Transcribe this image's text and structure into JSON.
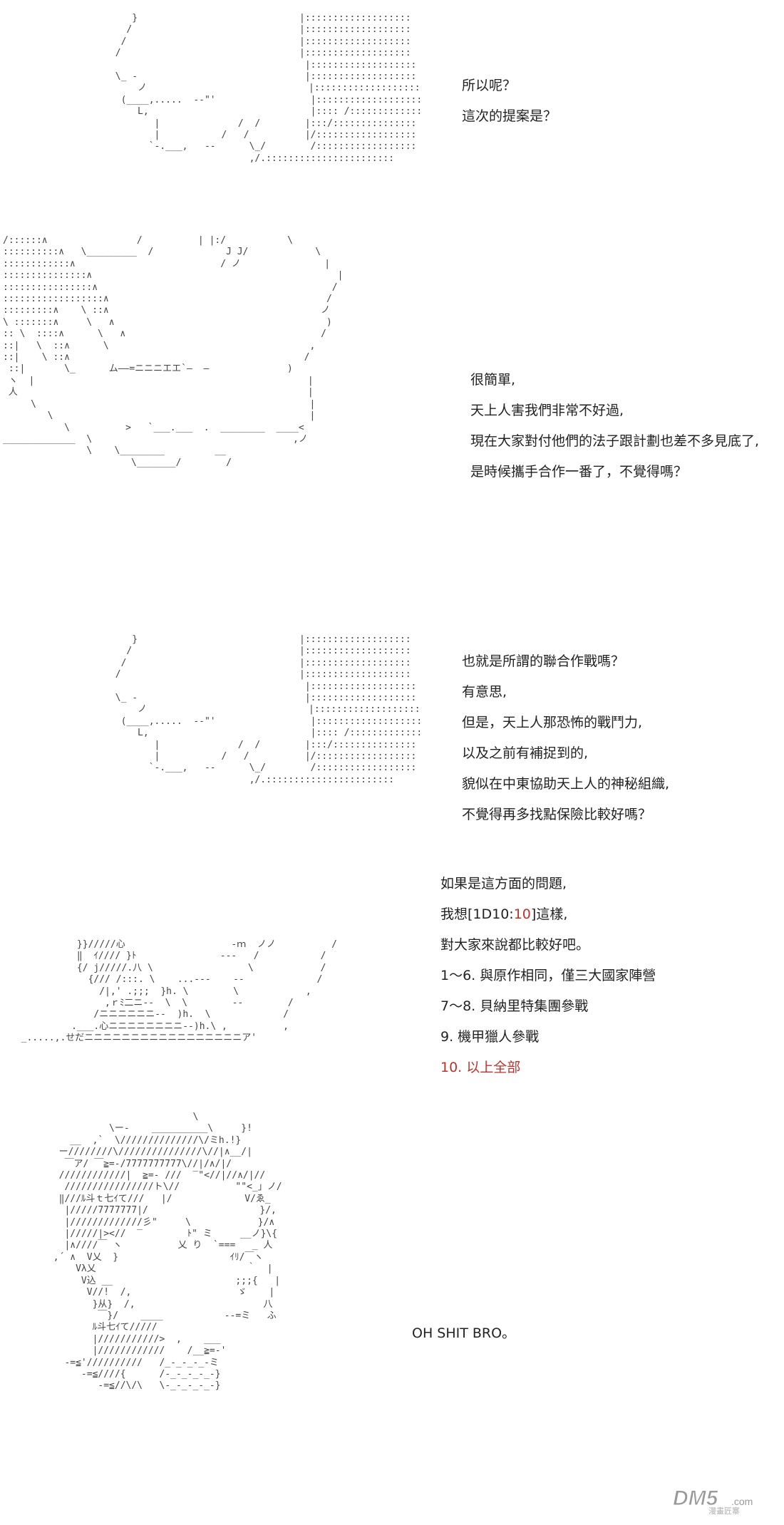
{
  "panel1": {
    "art": "                }                             |:::::::::::::::::::\n               /                              |:::::::::::::::::::\n              /                               |:::::::::::::::::::\n             /                                |:::::::::::::::::::\n                                               |:::::::::::::::::::\n             \\_ -                              |:::::::::::::::::::\n                 ノ                             |:::::::::::::::::::\n              (____,.....  --\"'                 |:::::::::::::::::::\n                 L,                             |:::: /:::::::::::::\n                    |              /  /        |:::/:::::::::::::::\n                    |           /   /          |/::::::::::::::::::\n                   `-.___,   --      \\_/        /::::::::::::::::::\n                                     ,/.:::::::::::::::::::::::",
    "lines": [
      "所以呢？",
      "這次的提案是？"
    ]
  },
  "panel2": {
    "art": "/::::::∧                /          | |:/           \\\n::::::::::∧   \\_________  /             J J/            \\\n::::::::::::∧                          / ノ               |\n:::::::::::::::∧                                            |\n::::::::::::::::∧                                          /\n::::::::::::::::::∧                                       /\n:::::::::∧    \\ ::∧                                      ノ\n\\ :::::::∧     \\   ∧                                      )\n:: \\  ::::∧      \\   ∧                                   /\n::|   \\  ::∧      \\                                    ,\n::|    \\ ::∧                                          /\n ::|       \\_      ム――=ニニニエエ`―  ―              )\n ヽ  |                                                 |\n 人                                                    |\n     \\                                                 |\n        \\                                              |\n           \\          >   `___.___  .  ________  ____<\n_____________  \\                                    ,ノ\n               \\    \\________         __\n                       \\_______/        /",
    "lines": [
      "很簡單,",
      "天上人害我們非常不好過,",
      "現在大家對付他們的法子跟計劃也差不多見底了,",
      "是時候攜手合作一番了，不覺得嗎？"
    ]
  },
  "panel3": {
    "art": "                }                             |:::::::::::::::::::\n               /                              |:::::::::::::::::::\n              /                               |:::::::::::::::::::\n             /                                |:::::::::::::::::::\n                                               |:::::::::::::::::::\n             \\_ -                              |:::::::::::::::::::\n                 ノ                             |:::::::::::::::::::\n              (____,.....  --\"'                 |:::::::::::::::::::\n                 L,                             |:::: /:::::::::::::\n                    |              /  /        |:::/:::::::::::::::\n                    |           /   /          |/::::::::::::::::::\n                   `-.___,   --      \\_/        /::::::::::::::::::\n                                     ,/.:::::::::::::::::::::::",
    "lines": [
      "也就是所謂的聯合作戰嗎？",
      "有意思,",
      "但是，天上人那恐怖的戰鬥力,",
      "以及之前有補捉到的,",
      "貌似在中東協助天上人的神秘組織,",
      "不覺得再多找點保險比較好嗎？"
    ]
  },
  "panel4": {
    "art": "            }}/////心                   -ｍ  ノノ          /\n            ‖  ｲ//// }ﾄ               ---   /           /\n            {/ j/////.八 \\                 \\            /\n              {/// /:::. \\    ...---    --             /\n                /|,' .;;;  }h. \\        \\            ,\n                 ,ｒﾐ二ニ--  \\  \\        --        /\n               /ニニニニニニ--  )h.  \\             /\n           .___.心ニニニニニニニニ--)h.\\ ,          ,\n  _.....,.せだニニニニニニニニニニニニニニニニニア'",
    "lines": [
      "如果是這方面的問題,",
      "我想[1D10:",
      "10",
      "]這樣,",
      "對大家來說都比較好吧。",
      "1～6. 與原作相同，僅三大國家陣營",
      "7～8. 貝納里特集團參戰",
      "9. 機甲獵人參戰",
      "10. 以上全部"
    ]
  },
  "panel5": {
    "art": "                                \\\n                 \\ー-    __________\\     }!\n          __  ,`  \\//////////////\\/ミh.!}\n        ー////////\\///////////////\\//|∧__/|\n         ￣ア/ ￣≧=-/7777777777\\//|/∧/|/\n        ////////////|  ≧=- ///  ‾\"<//|//∧/|//\n         ////////////////ト\\//          \"\"<_」ノ/\n        ‖///ﾙ斗ｔ七ｲて///   |/             V/ゑ_\n         |/////7777777|/                    }/,\n         |/////////////彡\"     \\            }/∧\n         |/////|><//  ‾        ﾄ\" ミ     __ノ}\\{\n         |∧///∕￣ ヽ          乂 り  `===   _ 人\n       ,´ ∧  V乂  }                    ｲﾘ/￣ヽ\n           Vλ乂                           ｀  |\n            V込 __                      ;;;{   |\n             V//!  /,                   ゞ    |\n              }从}  /,                       八\n               ￣}/    ____           --=ミ   ふ\n              ﾙ斗七ｲて/////\n              |///////////>  ,    ___\n              |////////////    /__≧=-'\n         -=≦'//////////   /_-_-_-_-ミ\n            -=≦////{      /-_-_-_-_-}\n               -=≦//\\/\\   \\-_-_-_-_-}",
    "lines": [
      "OH SHIT BRO。"
    ]
  },
  "watermark": {
    "brand": "DM5",
    "sub": "漫畫匠寨"
  }
}
